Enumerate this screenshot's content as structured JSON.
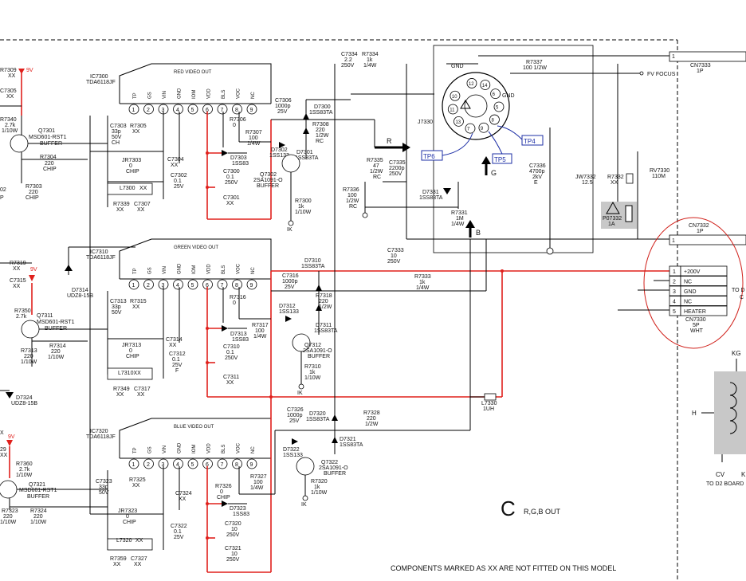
{
  "supply_labels": {
    "9v_a": "9V",
    "9v_b": "9V",
    "9v_c": "9V"
  },
  "left_parts": {
    "r7309": "R7309",
    "r7309_v": "XX",
    "c7305": "C7305",
    "c7305_v": "XX",
    "r7340": "R7340",
    "r7340_v1": "2.7k",
    "r7340_v2": "1/10W",
    "q7301": "Q7301",
    "q7301_t": "MSD601-RST1",
    "q7301_f": "BUFFER",
    "r7304": "R7304",
    "r7304_v": "220",
    "r7304_t": "CHIP",
    "r7303": "R7303",
    "r7303_v": "220",
    "r7303_t": "CHIP",
    "frag_02": "02",
    "frag_p": "P",
    "r7319": "R7319",
    "r7319_v": "XX",
    "c7315": "C7315",
    "c7315_v": "XX",
    "r7350": "R7350",
    "r7350_v": "2.7k",
    "q7311": "Q7311",
    "q7311_t": "MSD601-RST1",
    "q7311_f": "BUFFER",
    "r7313": "R7313",
    "r7313_v1": "220",
    "r7313_v2": "1/10W",
    "r7314": "R7314",
    "r7314_v1": "220",
    "r7314_v2": "1/10W",
    "d7314": "D7314",
    "d7314_t": "UDZ8-15B",
    "d7324": "D7324",
    "d7324_t": "UDZ8-15B",
    "frag_x": "X",
    "r7329": "29",
    "r7329_v": "XX",
    "r7360": "R7360",
    "r7360_v1": "2.7k",
    "r7360_v2": "1/10W",
    "q7321": "Q7321",
    "q7321_t": "MSD601-RST1",
    "q7321_f": "BUFFER",
    "r7323": "R7323",
    "r7323_v1": "220",
    "r7323_v2": "1/10W",
    "r7324": "R7324",
    "r7324_v1": "220",
    "r7324_v2": "1/10W"
  },
  "ic_red": {
    "ref": "IC7300",
    "part": "TDA6118JF",
    "title": "RED VIDEO OUT",
    "pins": [
      "TP",
      "GS",
      "VIN",
      "GND",
      "IOM",
      "VDD",
      "BLS",
      "VOC",
      "NC"
    ],
    "nums": [
      "1",
      "2",
      "3",
      "4",
      "5",
      "6",
      "7",
      "8",
      "9"
    ]
  },
  "ic_green": {
    "ref": "IC7310",
    "part": "TDA6118JF",
    "title": "GREEN VIDEO OUT",
    "pins": [
      "TP",
      "GS",
      "VIN",
      "GND",
      "IOM",
      "VDD",
      "BLS",
      "VOC",
      "NC"
    ],
    "nums": [
      "1",
      "2",
      "3",
      "4",
      "5",
      "6",
      "7",
      "8",
      "9"
    ]
  },
  "ic_blue": {
    "ref": "IC7320",
    "part": "TDA6118JF",
    "title": "BLUE VIDEO OUT",
    "pins": [
      "TP",
      "GS",
      "VIN",
      "GND",
      "IOM",
      "VDD",
      "BLS",
      "VOC",
      "NC"
    ],
    "nums": [
      "1",
      "2",
      "3",
      "4",
      "5",
      "6",
      "7",
      "8",
      "9"
    ]
  },
  "red_parts": {
    "c7303": "C7303",
    "c7303_v1": "33p",
    "c7303_v2": "50V",
    "c7303_v3": "CH",
    "r7305": "R7305",
    "r7305_v": "XX",
    "c7304": "C7304",
    "c7304_v": "XX",
    "jr7303": "JR7303",
    "jr7303_v": "0",
    "jr7303_t": "CHIP",
    "l7300": "L7300",
    "l7300_v": "XX",
    "c7302": "C7302",
    "c7302_v1": "0.1",
    "c7302_v2": "25V",
    "r7339": "R7339",
    "r7339_v": "XX",
    "c7307": "C7307",
    "c7307_v": "XX",
    "r7306": "R7306",
    "r7306_v": "0",
    "r7307": "R7307",
    "r7307_v1": "100",
    "r7307_v2": "1/4W",
    "c7306": "C7306",
    "c7306_v1": "1000p",
    "c7306_v2": "25V",
    "d7300": "D7300",
    "d7300_t": "1SS83TA",
    "r7308": "R7308",
    "r7308_v1": "220",
    "r7308_v2": "1/2W",
    "r7308_t": "RC",
    "d7302": "D7302",
    "d7302_t": "1SS133",
    "d7301": "D7301",
    "d7301_t": "1SS83TA",
    "d7303": "D7303",
    "d7303_t": "1SS83",
    "c7300": "C7300",
    "c7300_v1": "0.1",
    "c7300_v2": "250V",
    "c7301": "C7301",
    "c7301_v": "XX",
    "q7302": "Q7302",
    "q7302_t": "2SA1091-O",
    "q7302_f": "BUFFER",
    "r7300": "R7300",
    "r7300_v1": "1k",
    "r7300_v2": "1/10W",
    "ik": "IK"
  },
  "green_parts": {
    "c7313": "C7313",
    "c7313_v1": "33p",
    "c7313_v2": "50V",
    "r7315": "R7315",
    "r7315_v": "XX",
    "c7314": "C7314",
    "c7314_v": "XX",
    "jr7313": "JR7313",
    "jr7313_v": "0",
    "jr7313_t": "CHIP",
    "c7312": "C7312",
    "c7312_v1": "0.1",
    "c7312_v2": "25V",
    "c7312_t": "F",
    "l7310": "L7310XX",
    "r7349": "R7349",
    "r7349_v": "XX",
    "c7317": "C7317",
    "c7317_v": "XX",
    "r7316": "R7316",
    "r7316_v": "0",
    "r7317": "R7317",
    "r7317_v1": "100",
    "r7317_v2": "1/4W",
    "c7316": "C7316",
    "c7316_v1": "1000p",
    "c7316_v2": "25V",
    "d7310": "D7310",
    "d7310_t": "1SS83TA",
    "r7318": "R7318",
    "r7318_v1": "220",
    "r7318_v2": "1/2W",
    "d7312": "D7312",
    "d7312_t": "1SS133",
    "d7311": "D7311",
    "d7311_t": "1SS83TA",
    "d7313": "D7313",
    "d7313_t": "1SS83",
    "c7310": "C7310",
    "c7310_v1": "0.1",
    "c7310_v2": "250V",
    "c7311": "C7311",
    "c7311_v": "XX",
    "q7312": "Q7312",
    "q7312_t": "2SA1091-O",
    "q7312_f": "BUFFER",
    "r7310": "R7310",
    "r7310_v1": "1k",
    "r7310_v2": "1/10W",
    "r7333": "R7333",
    "r7333_v1": "1k",
    "r7333_v2": "1/4W",
    "c7333": "C7333",
    "c7333_v1": "10",
    "c7333_v2": "250V",
    "ik": "IK"
  },
  "blue_parts": {
    "c7323": "C7323",
    "c7323_v1": "33p",
    "c7323_v2": "50V",
    "r7325": "R7325",
    "r7325_v": "XX",
    "c7324": "C7324",
    "c7324_v": "XX",
    "jr7323": "JR7323",
    "jr7323_v": "0",
    "jr7323_t": "CHIP",
    "l7320": "L7320",
    "l7320_v": "XX",
    "c7322": "C7322",
    "c7322_v1": "0.1",
    "c7322_v2": "25V",
    "r7359": "R7359",
    "r7359_v": "XX",
    "c7327": "C7327",
    "c7327_v": "XX",
    "r7326": "R7326",
    "r7326_v": "0",
    "r7326_t": "CHIP",
    "r7327": "R7327",
    "r7327_v1": "100",
    "r7327_v2": "1/4W",
    "c7326": "C7326",
    "c7326_v1": "1000p",
    "c7326_v2": "25V",
    "d7320": "D7320",
    "d7320_t": "1SS83TA",
    "r7328": "R7328",
    "r7328_v1": "220",
    "r7328_v2": "1/2W",
    "d7322": "D7322",
    "d7322_t": "1SS133",
    "d7321": "D7321",
    "d7321_t": "1SS83TA",
    "d7323": "D7323",
    "d7323_t": "1SS83",
    "c7320": "C7320",
    "c7320_v1": "10",
    "c7320_v2": "250V",
    "c7321": "C7321",
    "c7321_v1": "10",
    "c7321_v2": "250V",
    "q7322": "Q7322",
    "q7322_t": "2SA1091-O",
    "q7322_f": "BUFFER",
    "r7320": "R7320",
    "r7320_v1": "1k",
    "r7320_v2": "1/10W",
    "l7330": "L7330",
    "l7330_v": "1UH",
    "ik": "IK"
  },
  "crt": {
    "c7334": "C7334",
    "c7334_v1": "2.2",
    "c7334_v2": "250V",
    "r7334": "R7334",
    "r7334_v1": "1k",
    "r7334_v2": "1/4W",
    "r7337": "R7337",
    "r7337_v": "100 1/2W",
    "j7330": "J7330",
    "gnd_a": "GND",
    "gnd_b": "GND",
    "pin_nums": [
      "12",
      "14",
      "6",
      "5",
      "8",
      "9",
      "7",
      "13",
      "11",
      "10"
    ],
    "fv_focus": "FV FOCUS",
    "tp4": "TP4",
    "tp5": "TP5",
    "tp6": "TP6",
    "r7335": "R7335",
    "r7335_v1": "47",
    "r7335_v2": "1/2W",
    "r7335_t": "RC",
    "c7335": "C7335",
    "c7335_v1": "2200p",
    "c7335_v2": "250V",
    "r7336": "R7336",
    "r7336_v1": "100",
    "r7336_v2": "1/2W",
    "r7336_t": "RC",
    "d7331": "D7331",
    "d7331_t": "1SS83TA",
    "r7331": "R7331",
    "r7331_v1": "1M",
    "r7331_v2": "1/4W",
    "c7336": "C7336",
    "c7336_v1": "4700p",
    "c7336_v2": "2kV",
    "c7336_t": "E",
    "jw7332": "JW7332",
    "jw7332_v": "12.5",
    "r7332": "R7332",
    "r7332_v": "XX",
    "rv7330": "RV7330",
    "rv7330_v": "110M",
    "p07332": "P07332",
    "p07332_v": "1A",
    "arrow_r": "R",
    "arrow_g": "G",
    "arrow_b": "B"
  },
  "connectors": {
    "cn7333": "CN7333",
    "cn7333_n": "1P",
    "cn7333_pin": "1",
    "cn7332": "CN7332",
    "cn7332_n": "1P",
    "cn7332_pin": "1",
    "cn7330": "CN7330",
    "cn7330_n": "5P",
    "cn7330_c": "WHT",
    "cn7330_nums": [
      "1",
      "2",
      "3",
      "4",
      "5"
    ],
    "cn7330_labels": [
      "+200V",
      "NC",
      "GND",
      "NC",
      "HEATER"
    ]
  },
  "right_edge": {
    "to_d": "TO D",
    "frag_c": "C",
    "kg": "KG",
    "h": "H",
    "cv": "CV",
    "k": "K",
    "to_d2": "TO D2 BOARD"
  },
  "section": {
    "letter": "C",
    "title": "R,G,B OUT"
  },
  "footnote": "COMPONENTS MARKED AS XX ARE NOT FITTED ON THIS MODEL"
}
